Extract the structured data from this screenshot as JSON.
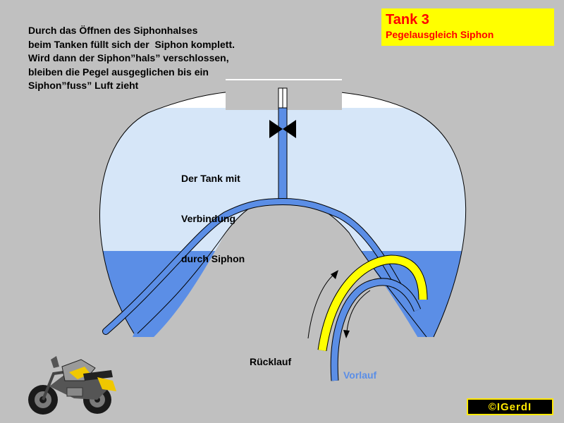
{
  "intro_text": [
    "Durch das Öffnen des Siphonhalses",
    "beim Tanken füllt sich der  Siphon komplett.",
    "Wird dann der Siphon”hals” verschlossen,",
    "bleiben die Pegel ausgeglichen bis ein",
    "Siphon”fuss” Luft zieht"
  ],
  "title": {
    "main": "Tank 3",
    "sub": "Pegelausgleich Siphon"
  },
  "tank_label": [
    "Der Tank mit",
    "Verbindung",
    "durch Siphon"
  ],
  "return_label": "Rücklauf",
  "supply_label": "Vorlauf",
  "copyright": "©IGerdI",
  "colors": {
    "background": "#c0c0c0",
    "tank_fuel_light": "#d6e6f8",
    "tank_fuel_dark": "#5b8ee6",
    "return_line": "#ffff00",
    "supply_line": "#5b8ee6",
    "title_box": "#ffff00",
    "title_text": "#ff0000"
  },
  "icons": [
    "valve-icon",
    "motorcycle-icon",
    "arrow-up-icon",
    "arrow-down-icon"
  ]
}
